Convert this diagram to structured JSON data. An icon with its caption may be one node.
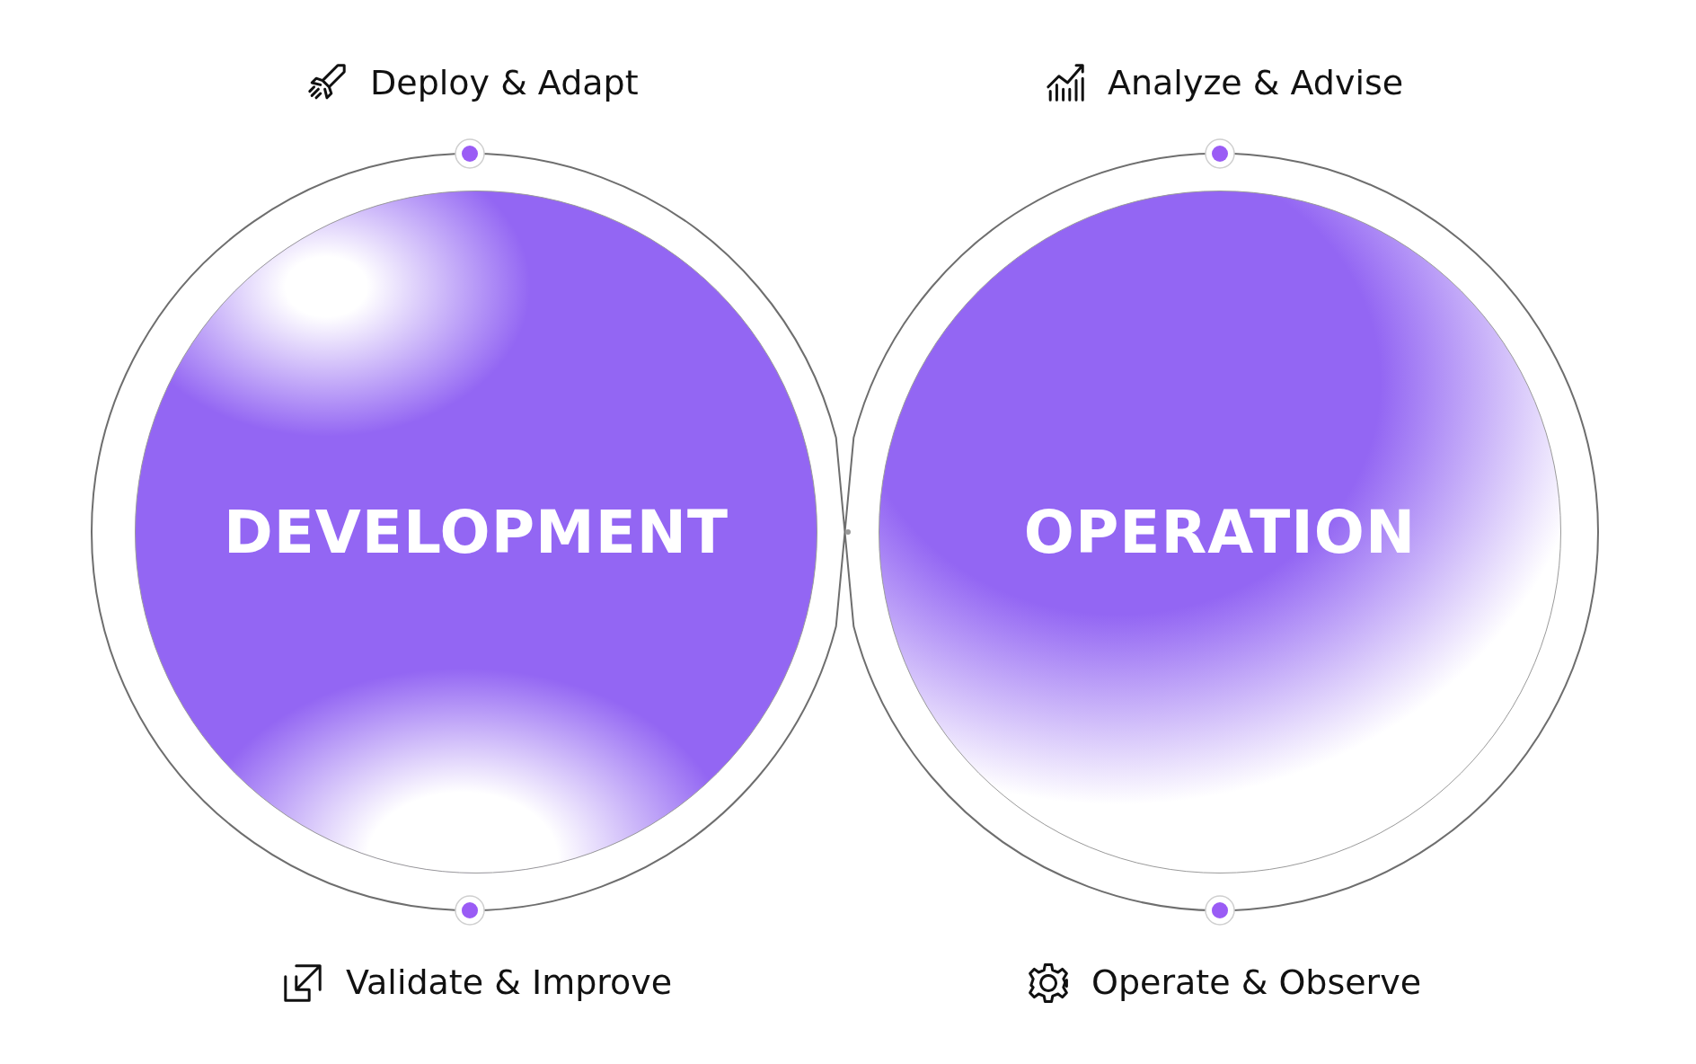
{
  "diagram": {
    "nodes": [
      {
        "text": [
          "DEVELOPMENT"
        ]
      },
      {
        "text": [
          "OPERATION"
        ]
      }
    ],
    "labels": [
      "Deploy & Adapt",
      "Analyze & Advise",
      "Validate & Improve",
      "Operate & Observe"
    ]
  }
}
